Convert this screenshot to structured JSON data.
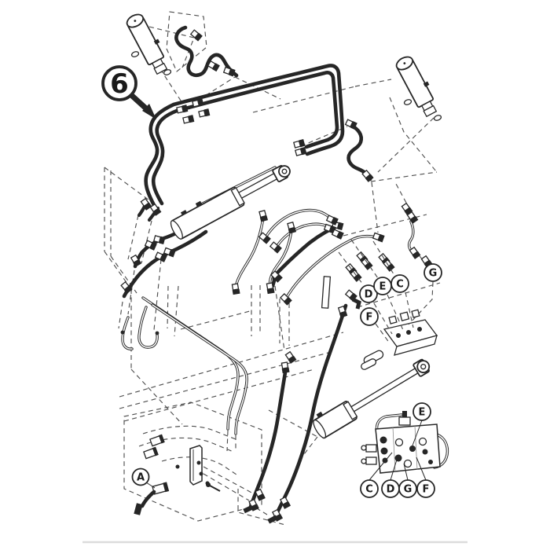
{
  "figure": {
    "kind": "exploded hydraulic parts diagram",
    "background": "#ffffff",
    "ink_color": "#262626",
    "dash_color": "#4f4f4f",
    "bottom_rule_color": "#dcdcdc"
  },
  "callouts": {
    "item6": "6",
    "mid_d": "D",
    "mid_e": "E",
    "mid_c": "C",
    "mid_g": "G",
    "mid_f": "F",
    "block_e": "E",
    "block_c": "C",
    "block_d": "D",
    "block_g": "G",
    "block_f": "F",
    "a": "A"
  }
}
